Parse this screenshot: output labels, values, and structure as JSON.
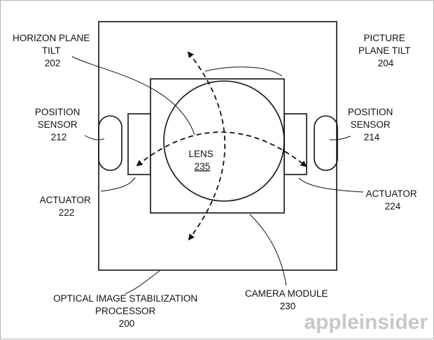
{
  "labels": {
    "horizon_tilt": [
      "HORIZON PLANE",
      "TILT",
      "202"
    ],
    "picture_tilt": [
      "PICTURE",
      "PLANE TILT",
      "204"
    ],
    "position_sensor_left": [
      "POSITION",
      "SENSOR",
      "212"
    ],
    "position_sensor_right": [
      "POSITION",
      "SENSOR",
      "214"
    ],
    "lens": [
      "LENS",
      "235"
    ],
    "actuator_left": [
      "ACTUATOR",
      "222"
    ],
    "actuator_right": [
      "ACTUATOR",
      "224"
    ],
    "ois_processor": [
      "OPTICAL IMAGE STABILIZATION",
      "PROCESSOR",
      "200"
    ],
    "camera_module": [
      "CAMERA MODULE",
      "230"
    ]
  },
  "watermark": "appleinsider",
  "colors": {
    "line": "#111111",
    "watermark": "#c8c8c8",
    "border": "#b5b5b5"
  }
}
